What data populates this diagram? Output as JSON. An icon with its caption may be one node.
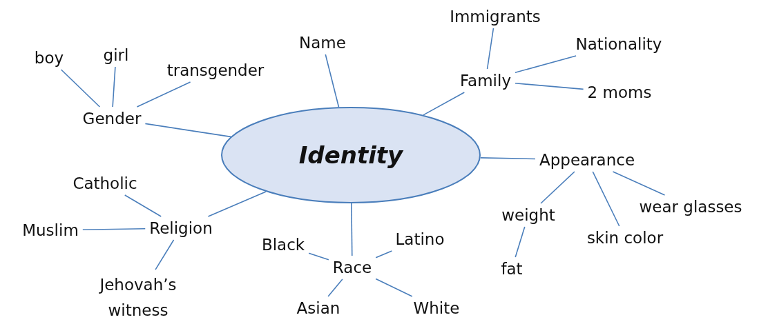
{
  "diagram": {
    "nodes": [
      {
        "text": [
          "Identity"
        ]
      },
      {
        "text": [
          "Immigrants"
        ]
      },
      {
        "text": [
          "Name"
        ]
      },
      {
        "text": [
          "Nationality"
        ]
      },
      {
        "text": [
          "boy"
        ]
      },
      {
        "text": [
          "girl"
        ]
      },
      {
        "text": [
          "transgender"
        ]
      },
      {
        "text": [
          "Family"
        ]
      },
      {
        "text": [
          "2 moms"
        ]
      },
      {
        "text": [
          "Gender"
        ]
      },
      {
        "text": [
          "Appearance"
        ]
      },
      {
        "text": [
          "Catholic"
        ]
      },
      {
        "text": [
          "wear glasses"
        ]
      },
      {
        "text": [
          "weight"
        ]
      },
      {
        "text": [
          "Muslim"
        ]
      },
      {
        "text": [
          "Religion"
        ]
      },
      {
        "text": [
          "skin color"
        ]
      },
      {
        "text": [
          "Black"
        ]
      },
      {
        "text": [
          "Latino"
        ]
      },
      {
        "text": [
          "Race"
        ]
      },
      {
        "text": [
          "fat"
        ]
      },
      {
        "text": [
          "Jehovah’s witness"
        ]
      },
      {
        "text": [
          "Asian"
        ]
      },
      {
        "text": [
          "White"
        ]
      }
    ],
    "edges": [
      {
        "from": 2,
        "to": 0,
        "arrow": "none"
      },
      {
        "from": 7,
        "to": 0,
        "arrow": "none"
      },
      {
        "from": 1,
        "to": 7,
        "arrow": "none"
      },
      {
        "from": 3,
        "to": 7,
        "arrow": "none"
      },
      {
        "from": 8,
        "to": 7,
        "arrow": "none"
      },
      {
        "from": 9,
        "to": 0,
        "arrow": "none"
      },
      {
        "from": 4,
        "to": 9,
        "arrow": "none"
      },
      {
        "from": 5,
        "to": 9,
        "arrow": "none"
      },
      {
        "from": 6,
        "to": 9,
        "arrow": "none"
      },
      {
        "from": 10,
        "to": 0,
        "arrow": "none"
      },
      {
        "from": 13,
        "to": 10,
        "arrow": "none"
      },
      {
        "from": 12,
        "to": 10,
        "arrow": "none"
      },
      {
        "from": 16,
        "to": 10,
        "arrow": "none"
      },
      {
        "from": 20,
        "to": 13,
        "arrow": "none"
      },
      {
        "from": 15,
        "to": 0,
        "arrow": "none"
      },
      {
        "from": 11,
        "to": 15,
        "arrow": "none"
      },
      {
        "from": 14,
        "to": 15,
        "arrow": "none"
      },
      {
        "from": 21,
        "to": 15,
        "arrow": "none"
      },
      {
        "from": 19,
        "to": 0,
        "arrow": "none"
      },
      {
        "from": 17,
        "to": 19,
        "arrow": "none"
      },
      {
        "from": 18,
        "to": 19,
        "arrow": "none"
      },
      {
        "from": 22,
        "to": 19,
        "arrow": "none"
      },
      {
        "from": 23,
        "to": 19,
        "arrow": "none"
      }
    ]
  }
}
